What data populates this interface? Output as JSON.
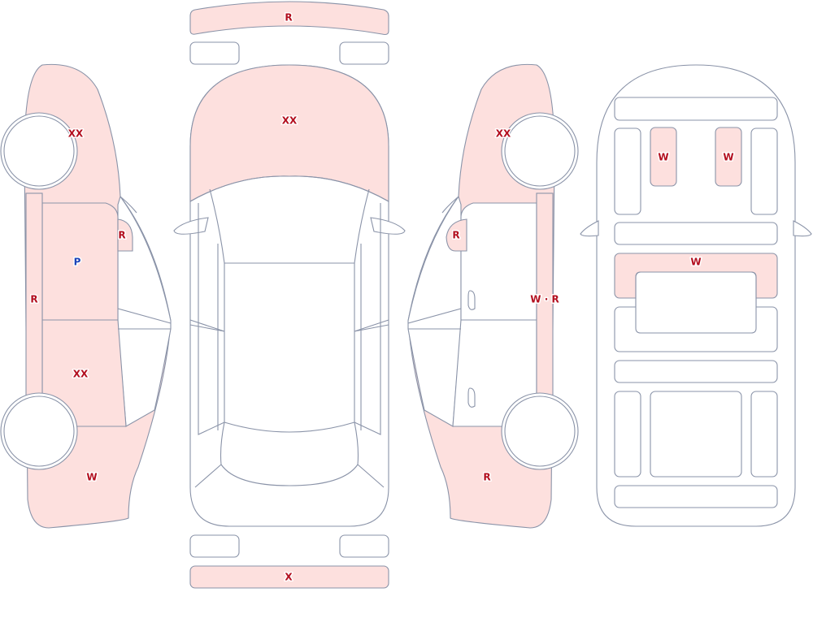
{
  "colors": {
    "damage_fill": "#fde0de",
    "outline": "#8a93a8",
    "code_red": "#b30f1f",
    "code_blue": "#1b44b8"
  },
  "labels": {
    "front_bumper": "R",
    "hood": "XX",
    "rear_bumper": "X",
    "left_front_fender": "XX",
    "left_mirror": "R",
    "left_front_door": "P",
    "left_rocker": "R",
    "left_rear_door": "XX",
    "left_rear_quarter": "W",
    "right_front_fender": "XX",
    "right_mirror": "R",
    "right_rocker": "W · R",
    "right_rear_quarter": "R",
    "interior_seat_left": "W",
    "interior_seat_right": "W",
    "interior_console": "W"
  }
}
